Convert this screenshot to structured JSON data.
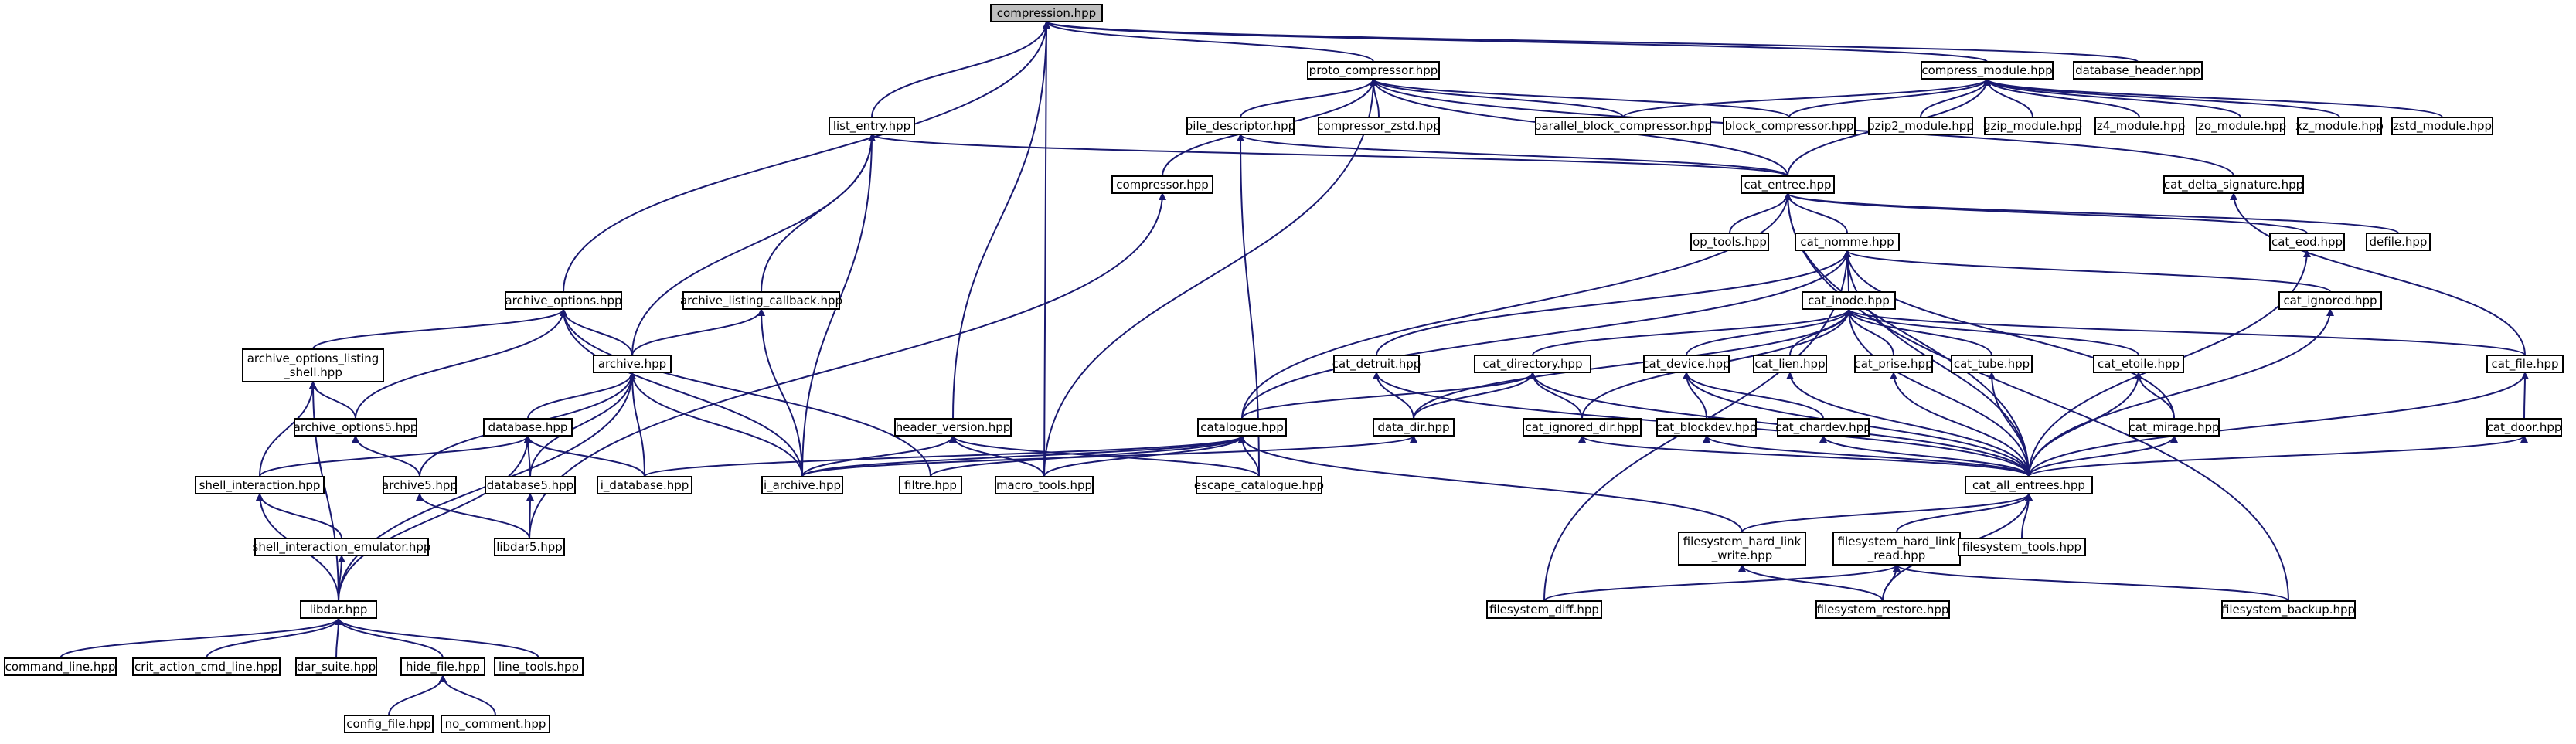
{
  "nodes": {
    "compression": [
      "compression.hpp"
    ],
    "proto_compressor": [
      "proto_compressor.hpp"
    ],
    "compress_module": [
      "compress_module.hpp"
    ],
    "database_header": [
      "database_header.hpp"
    ],
    "list_entry": [
      "list_entry.hpp"
    ],
    "pile_descriptor": [
      "pile_descriptor.hpp"
    ],
    "compressor_zstd": [
      "compressor_zstd.hpp"
    ],
    "parallel_block_compressor": [
      "parallel_block_compressor.hpp"
    ],
    "block_compressor": [
      "block_compressor.hpp"
    ],
    "bzip2_module": [
      "bzip2_module.hpp"
    ],
    "gzip_module": [
      "gzip_module.hpp"
    ],
    "lz4_module": [
      "lz4_module.hpp"
    ],
    "lzo_module": [
      "lzo_module.hpp"
    ],
    "xz_module": [
      "xz_module.hpp"
    ],
    "zstd_module": [
      "zstd_module.hpp"
    ],
    "compressor": [
      "compressor.hpp"
    ],
    "cat_entree": [
      "cat_entree.hpp"
    ],
    "cat_delta_signature": [
      "cat_delta_signature.hpp"
    ],
    "op_tools": [
      "op_tools.hpp"
    ],
    "cat_nomme": [
      "cat_nomme.hpp"
    ],
    "cat_eod": [
      "cat_eod.hpp"
    ],
    "defile": [
      "defile.hpp"
    ],
    "archive_options": [
      "archive_options.hpp"
    ],
    "archive_listing_callback": [
      "archive_listing_callback.hpp"
    ],
    "cat_inode": [
      "cat_inode.hpp"
    ],
    "cat_ignored": [
      "cat_ignored.hpp"
    ],
    "archive_options_listing_shell": [
      "archive_options_listing",
      "_shell.hpp"
    ],
    "archive": [
      "archive.hpp"
    ],
    "cat_detruit": [
      "cat_detruit.hpp"
    ],
    "cat_directory": [
      "cat_directory.hpp"
    ],
    "cat_device": [
      "cat_device.hpp"
    ],
    "cat_lien": [
      "cat_lien.hpp"
    ],
    "cat_prise": [
      "cat_prise.hpp"
    ],
    "cat_tube": [
      "cat_tube.hpp"
    ],
    "cat_etoile": [
      "cat_etoile.hpp"
    ],
    "cat_file": [
      "cat_file.hpp"
    ],
    "header_version": [
      "header_version.hpp"
    ],
    "archive_options5": [
      "archive_options5.hpp"
    ],
    "database": [
      "database.hpp"
    ],
    "catalogue": [
      "catalogue.hpp"
    ],
    "data_dir": [
      "data_dir.hpp"
    ],
    "cat_ignored_dir": [
      "cat_ignored_dir.hpp"
    ],
    "cat_blockdev": [
      "cat_blockdev.hpp"
    ],
    "cat_chardev": [
      "cat_chardev.hpp"
    ],
    "cat_mirage": [
      "cat_mirage.hpp"
    ],
    "cat_door": [
      "cat_door.hpp"
    ],
    "shell_interaction": [
      "shell_interaction.hpp"
    ],
    "archive5": [
      "archive5.hpp"
    ],
    "database5": [
      "database5.hpp"
    ],
    "i_database": [
      "i_database.hpp"
    ],
    "i_archive": [
      "i_archive.hpp"
    ],
    "filtre": [
      "filtre.hpp"
    ],
    "macro_tools": [
      "macro_tools.hpp"
    ],
    "escape_catalogue": [
      "escape_catalogue.hpp"
    ],
    "cat_all_entrees": [
      "cat_all_entrees.hpp"
    ],
    "shell_interaction_emulator": [
      "shell_interaction_emulator.hpp"
    ],
    "libdar5": [
      "libdar5.hpp"
    ],
    "filesystem_hard_link_write": [
      "filesystem_hard_link",
      "_write.hpp"
    ],
    "filesystem_hard_link_read": [
      "filesystem_hard_link",
      "_read.hpp"
    ],
    "filesystem_tools": [
      "filesystem_tools.hpp"
    ],
    "libdar": [
      "libdar.hpp"
    ],
    "filesystem_diff": [
      "filesystem_diff.hpp"
    ],
    "filesystem_restore": [
      "filesystem_restore.hpp"
    ],
    "filesystem_backup": [
      "filesystem_backup.hpp"
    ],
    "command_line": [
      "command_line.hpp"
    ],
    "crit_action_cmd_line": [
      "crit_action_cmd_line.hpp"
    ],
    "dar_suite": [
      "dar_suite.hpp"
    ],
    "hide_file": [
      "hide_file.hpp"
    ],
    "line_tools": [
      "line_tools.hpp"
    ],
    "config_file": [
      "config_file.hpp"
    ],
    "no_comment": [
      "no_comment.hpp"
    ]
  },
  "edges": [
    [
      "proto_compressor",
      "compression"
    ],
    [
      "compress_module",
      "compression"
    ],
    [
      "database_header",
      "compression"
    ],
    [
      "list_entry",
      "compression"
    ],
    [
      "archive_options",
      "compression"
    ],
    [
      "header_version",
      "compression"
    ],
    [
      "macro_tools",
      "compression"
    ],
    [
      "pile_descriptor",
      "proto_compressor"
    ],
    [
      "compressor_zstd",
      "proto_compressor"
    ],
    [
      "parallel_block_compressor",
      "proto_compressor"
    ],
    [
      "block_compressor",
      "proto_compressor"
    ],
    [
      "compressor",
      "proto_compressor"
    ],
    [
      "cat_entree",
      "proto_compressor"
    ],
    [
      "cat_delta_signature",
      "proto_compressor"
    ],
    [
      "macro_tools",
      "proto_compressor"
    ],
    [
      "parallel_block_compressor",
      "compress_module"
    ],
    [
      "block_compressor",
      "compress_module"
    ],
    [
      "bzip2_module",
      "compress_module"
    ],
    [
      "gzip_module",
      "compress_module"
    ],
    [
      "lz4_module",
      "compress_module"
    ],
    [
      "lzo_module",
      "compress_module"
    ],
    [
      "xz_module",
      "compress_module"
    ],
    [
      "zstd_module",
      "compress_module"
    ],
    [
      "cat_entree",
      "compress_module"
    ],
    [
      "cat_entree",
      "list_entry"
    ],
    [
      "archive",
      "list_entry"
    ],
    [
      "archive_listing_callback",
      "list_entry"
    ],
    [
      "i_archive",
      "list_entry"
    ],
    [
      "cat_entree",
      "pile_descriptor"
    ],
    [
      "escape_catalogue",
      "pile_descriptor"
    ],
    [
      "libdar5",
      "compressor"
    ],
    [
      "op_tools",
      "cat_entree"
    ],
    [
      "cat_nomme",
      "cat_entree"
    ],
    [
      "cat_eod",
      "cat_entree"
    ],
    [
      "defile",
      "cat_entree"
    ],
    [
      "catalogue",
      "cat_entree"
    ],
    [
      "cat_all_entrees",
      "cat_entree"
    ],
    [
      "filesystem_backup",
      "cat_entree"
    ],
    [
      "cat_file",
      "cat_delta_signature"
    ],
    [
      "cat_inode",
      "cat_nomme"
    ],
    [
      "cat_ignored",
      "cat_nomme"
    ],
    [
      "cat_detruit",
      "cat_nomme"
    ],
    [
      "catalogue",
      "cat_nomme"
    ],
    [
      "cat_mirage",
      "cat_nomme"
    ],
    [
      "cat_all_entrees",
      "cat_nomme"
    ],
    [
      "filesystem_diff",
      "cat_nomme"
    ],
    [
      "cat_all_entrees",
      "cat_eod"
    ],
    [
      "archive_options_listing_shell",
      "archive_options"
    ],
    [
      "archive",
      "archive_options"
    ],
    [
      "archive_options5",
      "archive_options"
    ],
    [
      "i_archive",
      "archive_options"
    ],
    [
      "filtre",
      "archive_options"
    ],
    [
      "archive",
      "archive_listing_callback"
    ],
    [
      "i_archive",
      "archive_listing_callback"
    ],
    [
      "cat_directory",
      "cat_inode"
    ],
    [
      "cat_device",
      "cat_inode"
    ],
    [
      "cat_lien",
      "cat_inode"
    ],
    [
      "cat_prise",
      "cat_inode"
    ],
    [
      "cat_tube",
      "cat_inode"
    ],
    [
      "cat_etoile",
      "cat_inode"
    ],
    [
      "cat_file",
      "cat_inode"
    ],
    [
      "data_dir",
      "cat_inode"
    ],
    [
      "cat_ignored_dir",
      "cat_inode"
    ],
    [
      "cat_all_entrees",
      "cat_inode"
    ],
    [
      "cat_all_entrees",
      "cat_ignored"
    ],
    [
      "archive_options5",
      "archive_options_listing_shell"
    ],
    [
      "shell_interaction",
      "archive_options_listing_shell"
    ],
    [
      "libdar",
      "archive_options_listing_shell"
    ],
    [
      "database",
      "archive"
    ],
    [
      "archive5",
      "archive"
    ],
    [
      "database5",
      "archive"
    ],
    [
      "i_database",
      "archive"
    ],
    [
      "i_archive",
      "archive"
    ],
    [
      "libdar",
      "archive"
    ],
    [
      "data_dir",
      "cat_detruit"
    ],
    [
      "cat_all_entrees",
      "cat_detruit"
    ],
    [
      "catalogue",
      "cat_directory"
    ],
    [
      "data_dir",
      "cat_directory"
    ],
    [
      "cat_ignored_dir",
      "cat_directory"
    ],
    [
      "cat_all_entrees",
      "cat_directory"
    ],
    [
      "cat_blockdev",
      "cat_device"
    ],
    [
      "cat_chardev",
      "cat_device"
    ],
    [
      "cat_all_entrees",
      "cat_device"
    ],
    [
      "cat_all_entrees",
      "cat_lien"
    ],
    [
      "cat_all_entrees",
      "cat_prise"
    ],
    [
      "cat_all_entrees",
      "cat_tube"
    ],
    [
      "cat_mirage",
      "cat_etoile"
    ],
    [
      "cat_all_entrees",
      "cat_etoile"
    ],
    [
      "cat_door",
      "cat_file"
    ],
    [
      "cat_all_entrees",
      "cat_file"
    ],
    [
      "i_archive",
      "header_version"
    ],
    [
      "macro_tools",
      "header_version"
    ],
    [
      "escape_catalogue",
      "header_version"
    ],
    [
      "archive5",
      "archive_options5"
    ],
    [
      "shell_interaction",
      "database"
    ],
    [
      "database5",
      "database"
    ],
    [
      "i_database",
      "database"
    ],
    [
      "libdar",
      "database"
    ],
    [
      "i_database",
      "catalogue"
    ],
    [
      "i_archive",
      "catalogue"
    ],
    [
      "filtre",
      "catalogue"
    ],
    [
      "macro_tools",
      "catalogue"
    ],
    [
      "escape_catalogue",
      "catalogue"
    ],
    [
      "filesystem_hard_link_write",
      "catalogue"
    ],
    [
      "i_archive",
      "data_dir"
    ],
    [
      "cat_all_entrees",
      "cat_ignored_dir"
    ],
    [
      "cat_all_entrees",
      "cat_blockdev"
    ],
    [
      "cat_all_entrees",
      "cat_chardev"
    ],
    [
      "cat_all_entrees",
      "cat_mirage"
    ],
    [
      "cat_all_entrees",
      "cat_door"
    ],
    [
      "shell_interaction_emulator",
      "shell_interaction"
    ],
    [
      "libdar",
      "shell_interaction"
    ],
    [
      "libdar5",
      "archive5"
    ],
    [
      "libdar5",
      "database5"
    ],
    [
      "filesystem_hard_link_write",
      "cat_all_entrees"
    ],
    [
      "filesystem_hard_link_read",
      "cat_all_entrees"
    ],
    [
      "filesystem_tools",
      "cat_all_entrees"
    ],
    [
      "filesystem_restore",
      "cat_all_entrees"
    ],
    [
      "libdar",
      "shell_interaction_emulator"
    ],
    [
      "filesystem_diff",
      "filesystem_hard_link_read"
    ],
    [
      "filesystem_restore",
      "filesystem_hard_link_read"
    ],
    [
      "filesystem_backup",
      "filesystem_hard_link_read"
    ],
    [
      "filesystem_restore",
      "filesystem_hard_link_write"
    ],
    [
      "command_line",
      "libdar"
    ],
    [
      "crit_action_cmd_line",
      "libdar"
    ],
    [
      "dar_suite",
      "libdar"
    ],
    [
      "hide_file",
      "libdar"
    ],
    [
      "line_tools",
      "libdar"
    ],
    [
      "config_file",
      "hide_file"
    ],
    [
      "no_comment",
      "hide_file"
    ]
  ]
}
